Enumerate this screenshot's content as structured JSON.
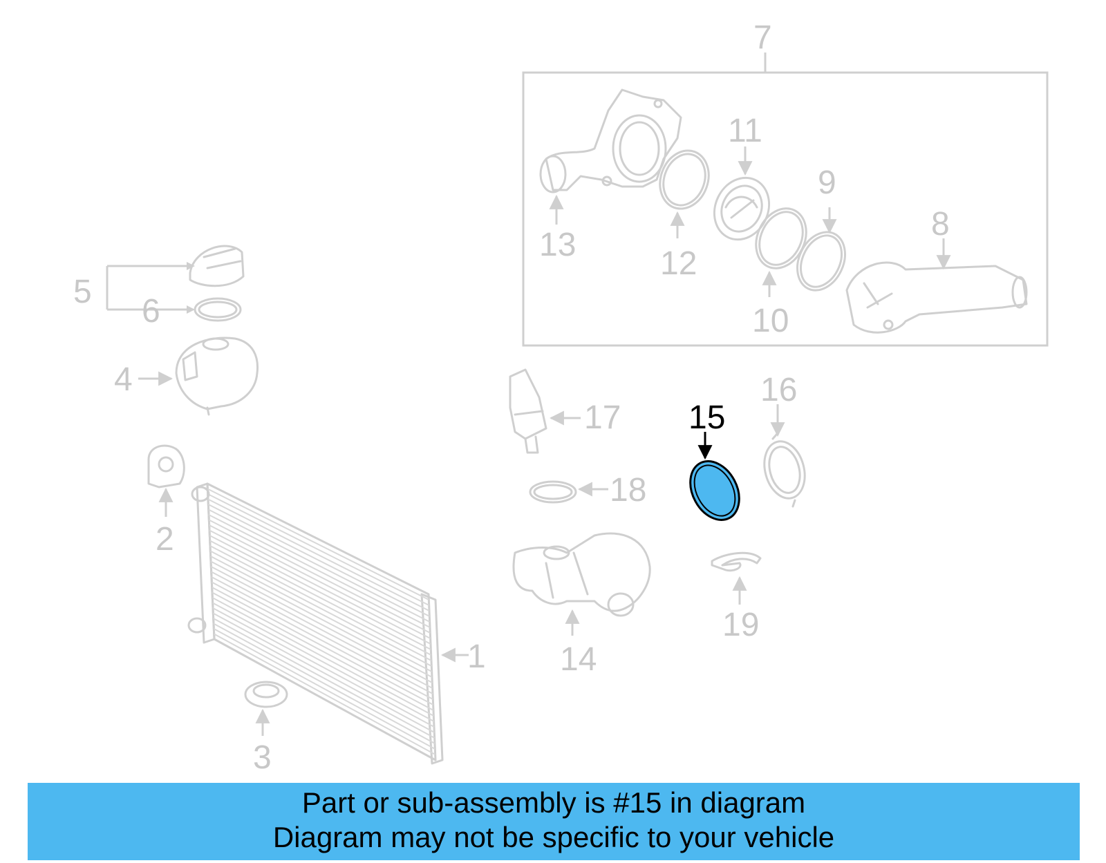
{
  "diagram": {
    "selected_part": "15",
    "highlight_color": "#4db8f0",
    "callouts": [
      "1",
      "2",
      "3",
      "4",
      "5",
      "6",
      "7",
      "8",
      "9",
      "10",
      "11",
      "12",
      "13",
      "14",
      "15",
      "16",
      "17",
      "18",
      "19"
    ]
  },
  "banner": {
    "line1": "Part or sub-assembly is #15 in diagram",
    "line2": "Diagram may not be specific to your vehicle",
    "background": "#4db8f0"
  }
}
